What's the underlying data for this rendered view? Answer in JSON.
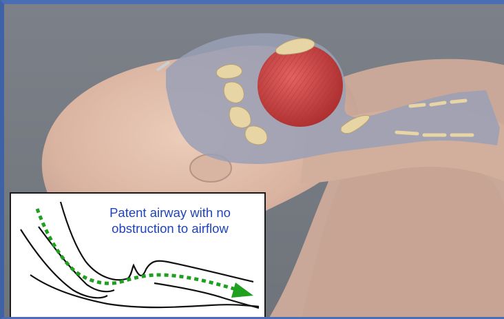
{
  "illustration": {
    "subject": "Sagittal cutaway of upper airway in a lying patient",
    "colors": {
      "border": "#4a6db3",
      "background": "#7a7f86",
      "skin": "#e3c0ad",
      "tongue": "#c83b3b",
      "airway_overlay": "#9aa0b6",
      "bone": "#e8d5a6"
    }
  },
  "inset": {
    "caption_line1": "Patent airway with no",
    "caption_line2": "obstruction to airflow",
    "colors": {
      "caption": "#1f43b8",
      "airflow_arrow": "#1fa01f",
      "outline": "#111111"
    }
  }
}
